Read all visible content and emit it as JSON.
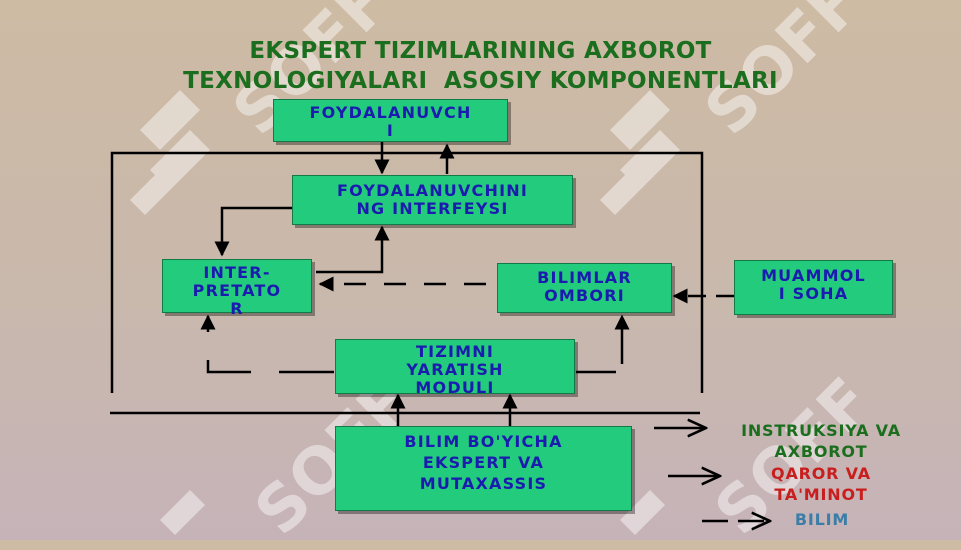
{
  "title": {
    "line1": "EKSPERT TIZIMLARINING AXBOROT",
    "line2": "TEXNOLOGIYALARI  ASOSIY KOMPONENTLARI"
  },
  "boxes": {
    "user": {
      "line1": "FOYDALANUVCH",
      "line2": "I"
    },
    "interface": {
      "line1": "FOYDALANUVCHINI",
      "line2": "NG INTERFEYSI"
    },
    "interpreter": {
      "line1": "INTER-",
      "line2": "PRETATO",
      "line3": "R"
    },
    "knowledge_base": {
      "line1": "BILIMLAR",
      "line2": "OMBORI"
    },
    "problem_domain": {
      "line1": "MUAMMOL",
      "line2": "I SOHA"
    },
    "system_module": {
      "line1": "TIZIMNI",
      "line2": "YARATISH",
      "line3": "MODULI"
    },
    "expert": {
      "line1": "BILIM BO'YICHA",
      "line2": "EKSPERT VA",
      "line3": "MUTAXASSIS"
    }
  },
  "legend": {
    "instruction": {
      "line1": "INSTRUKSIYA VA",
      "line2": "AXBOROT",
      "color": "#1a6e1e"
    },
    "decision": {
      "line1": "QAROR VA",
      "line2": "TA'MINOT",
      "color": "#c81e1e"
    },
    "knowledge": {
      "line1": "BILIM",
      "color": "#3a7ea8"
    }
  },
  "colors": {
    "box_fill": "#23cc7c",
    "box_text": "#1b1bb0",
    "title": "#1a6e1e",
    "line": "#000000"
  },
  "watermark": {
    "text": "SOFF"
  }
}
